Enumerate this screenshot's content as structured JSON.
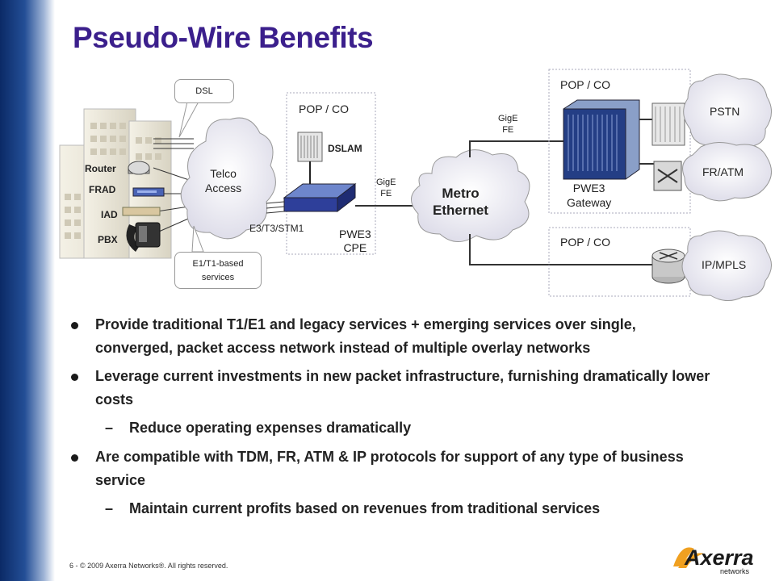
{
  "title": "Pseudo-Wire Benefits",
  "diagram": {
    "dsl": "DSL",
    "router": "Router",
    "frad": "FRAD",
    "iad": "IAD",
    "pbx": "PBX",
    "telco_access": [
      "Telco",
      "Access"
    ],
    "e1t1_services": [
      "E1/T1-based",
      "services"
    ],
    "pop_co_left": "POP / CO",
    "dslam": "DSLAM",
    "e3t3_stm1": "E3/T3/STM1",
    "pwe3_cpe": [
      "PWE3",
      "CPE"
    ],
    "gige_fe_left": [
      "GigE",
      "FE"
    ],
    "metro_ethernet": [
      "Metro",
      "Ethernet"
    ],
    "gige_fe_top": [
      "GigE",
      "FE"
    ],
    "pop_co_top": "POP / CO",
    "pwe3_gateway": [
      "PWE3",
      "Gateway"
    ],
    "pop_co_bottom": "POP / CO",
    "pstn": "PSTN",
    "fr_atm": "FR/ATM",
    "ip_mpls": "IP/MPLS"
  },
  "bullets": [
    {
      "level": 1,
      "text": "Provide traditional T1/E1 and legacy services + emerging services over single, converged, packet access network instead of multiple overlay networks"
    },
    {
      "level": 1,
      "text": "Leverage current investments in new packet infrastructure, furnishing dramatically lower costs"
    },
    {
      "level": 2,
      "text": "Reduce operating expenses dramatically"
    },
    {
      "level": 1,
      "text": "Are compatible with TDM, FR, ATM & IP protocols for support of any type of business service"
    },
    {
      "level": 2,
      "text": "Maintain current profits based on revenues from traditional services"
    }
  ],
  "footer": "6 - © 2009  Axerra Networks®. All rights reserved.",
  "logo": {
    "main": "Axerra",
    "sub": "networks"
  },
  "colors": {
    "title": "#3b1f8c",
    "logo_orange": "#f0a020",
    "logo_text": "#1a1a1a",
    "cloud_fill": "#ecebf4"
  }
}
